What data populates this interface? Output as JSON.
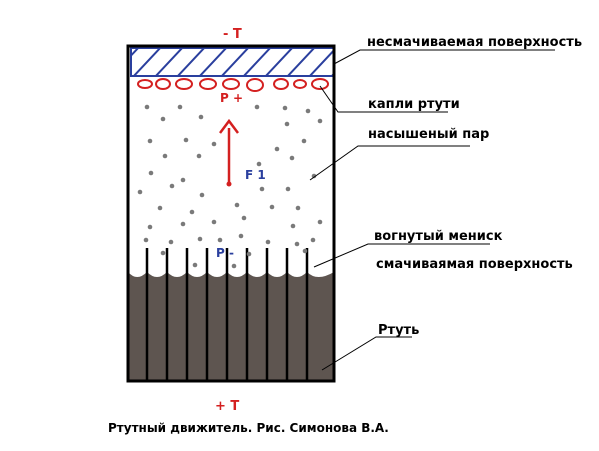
{
  "labels": {
    "top_temp": "- T",
    "bottom_temp": "+ T",
    "nonwetting_surface": "несмачиваемая поверхность",
    "mercury_drops": "капли ртути",
    "saturated_vapor": "насышеный пар",
    "concave_meniscus": "вогнутый мениск",
    "wetting_surface": "смачиваямая поверхность",
    "mercury": "Ртуть",
    "p_plus": "Р +",
    "p_minus": "Р -",
    "force": "F 1"
  },
  "caption": "Ртутный движитель.  Рис. Симонова В.А.",
  "colors": {
    "vessel_outline": "#000000",
    "hatched_plate": "#2a3f9e",
    "mercury_drops": "#d42020",
    "force_arrow": "#d42020",
    "mercury_liquid": "#5e5550",
    "vapor_dots": "#7a7a7a"
  }
}
